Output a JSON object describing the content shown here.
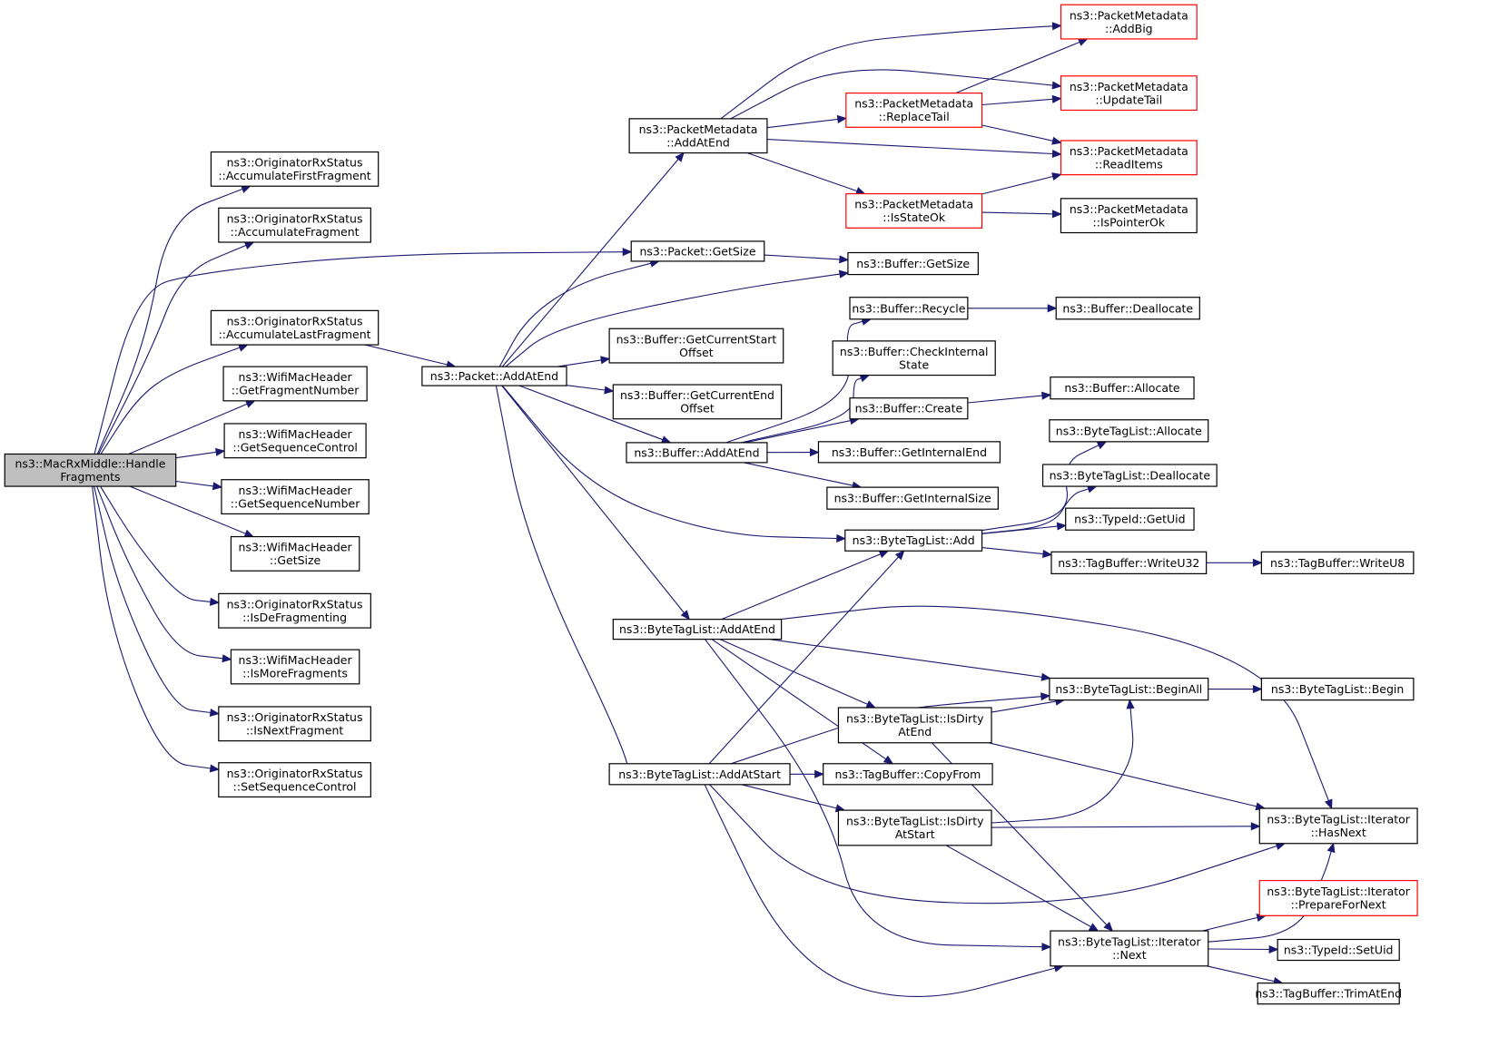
{
  "diagram": {
    "type": "call-graph",
    "nodes": [
      {
        "id": "root",
        "lines": [
          "ns3::MacRxMiddle::Handle",
          "Fragments"
        ],
        "style": "root"
      },
      {
        "id": "accFirst",
        "lines": [
          "ns3::OriginatorRxStatus",
          "::AccumulateFirstFragment"
        ]
      },
      {
        "id": "accFrag",
        "lines": [
          "ns3::OriginatorRxStatus",
          "::AccumulateFragment"
        ]
      },
      {
        "id": "accLast",
        "lines": [
          "ns3::OriginatorRxStatus",
          "::AccumulateLastFragment"
        ]
      },
      {
        "id": "getFragNum",
        "lines": [
          "ns3::WifiMacHeader",
          "::GetFragmentNumber"
        ]
      },
      {
        "id": "getSeqCtrl",
        "lines": [
          "ns3::WifiMacHeader",
          "::GetSequenceControl"
        ]
      },
      {
        "id": "getSeqNum",
        "lines": [
          "ns3::WifiMacHeader",
          "::GetSequenceNumber"
        ]
      },
      {
        "id": "getSizeHdr",
        "lines": [
          "ns3::WifiMacHeader",
          "::GetSize"
        ]
      },
      {
        "id": "isDefrag",
        "lines": [
          "ns3::OriginatorRxStatus",
          "::IsDeFragmenting"
        ]
      },
      {
        "id": "isMoreFrag",
        "lines": [
          "ns3::WifiMacHeader",
          "::IsMoreFragments"
        ]
      },
      {
        "id": "isNextFrag",
        "lines": [
          "ns3::OriginatorRxStatus",
          "::IsNextFragment"
        ]
      },
      {
        "id": "setSeqCtrl",
        "lines": [
          "ns3::OriginatorRxStatus",
          "::SetSequenceControl"
        ]
      },
      {
        "id": "pktAddAtEnd",
        "lines": [
          "ns3::Packet::AddAtEnd"
        ]
      },
      {
        "id": "pktGetSize",
        "lines": [
          "ns3::Packet::GetSize"
        ]
      },
      {
        "id": "pmAddAtEnd",
        "lines": [
          "ns3::PacketMetadata",
          "::AddAtEnd"
        ]
      },
      {
        "id": "pmAddBig",
        "lines": [
          "ns3::PacketMetadata",
          "::AddBig"
        ],
        "style": "trunc"
      },
      {
        "id": "pmReplaceTail",
        "lines": [
          "ns3::PacketMetadata",
          "::ReplaceTail"
        ],
        "style": "trunc"
      },
      {
        "id": "pmUpdateTail",
        "lines": [
          "ns3::PacketMetadata",
          "::UpdateTail"
        ],
        "style": "trunc"
      },
      {
        "id": "pmReadItems",
        "lines": [
          "ns3::PacketMetadata",
          "::ReadItems"
        ],
        "style": "trunc"
      },
      {
        "id": "pmIsStateOk",
        "lines": [
          "ns3::PacketMetadata",
          "::IsStateOk"
        ],
        "style": "trunc"
      },
      {
        "id": "pmIsPointerOk",
        "lines": [
          "ns3::PacketMetadata",
          "::IsPointerOk"
        ]
      },
      {
        "id": "bufGetSize",
        "lines": [
          "ns3::Buffer::GetSize"
        ]
      },
      {
        "id": "bufRecycle",
        "lines": [
          "ns3::Buffer::Recycle"
        ]
      },
      {
        "id": "bufDeallocate",
        "lines": [
          "ns3::Buffer::Deallocate"
        ]
      },
      {
        "id": "bufCheckInternal",
        "lines": [
          "ns3::Buffer::CheckInternal",
          "State"
        ]
      },
      {
        "id": "bufCreate",
        "lines": [
          "ns3::Buffer::Create"
        ]
      },
      {
        "id": "bufAllocate",
        "lines": [
          "ns3::Buffer::Allocate"
        ]
      },
      {
        "id": "bufGetCurStart",
        "lines": [
          "ns3::Buffer::GetCurrentStart",
          "Offset"
        ]
      },
      {
        "id": "bufGetCurEnd",
        "lines": [
          "ns3::Buffer::GetCurrentEnd",
          "Offset"
        ]
      },
      {
        "id": "bufAddAtEnd",
        "lines": [
          "ns3::Buffer::AddAtEnd"
        ]
      },
      {
        "id": "bufGetIntEnd",
        "lines": [
          "ns3::Buffer::GetInternalEnd"
        ]
      },
      {
        "id": "bufGetIntSize",
        "lines": [
          "ns3::Buffer::GetInternalSize"
        ]
      },
      {
        "id": "btlAllocate",
        "lines": [
          "ns3::ByteTagList::Allocate"
        ]
      },
      {
        "id": "btlDeallocate",
        "lines": [
          "ns3::ByteTagList::Deallocate"
        ]
      },
      {
        "id": "typeIdGetUid",
        "lines": [
          "ns3::TypeId::GetUid"
        ]
      },
      {
        "id": "btlAdd",
        "lines": [
          "ns3::ByteTagList::Add"
        ]
      },
      {
        "id": "tbWriteU32",
        "lines": [
          "ns3::TagBuffer::WriteU32"
        ]
      },
      {
        "id": "tbWriteU8",
        "lines": [
          "ns3::TagBuffer::WriteU8"
        ]
      },
      {
        "id": "btlAddAtEnd",
        "lines": [
          "ns3::ByteTagList::AddAtEnd"
        ]
      },
      {
        "id": "btlBeginAll",
        "lines": [
          "ns3::ByteTagList::BeginAll"
        ]
      },
      {
        "id": "btlBegin",
        "lines": [
          "ns3::ByteTagList::Begin"
        ]
      },
      {
        "id": "btlIsDirtyEnd",
        "lines": [
          "ns3::ByteTagList::IsDirty",
          "AtEnd"
        ]
      },
      {
        "id": "tbCopyFrom",
        "lines": [
          "ns3::TagBuffer::CopyFrom"
        ]
      },
      {
        "id": "btlAddAtStart",
        "lines": [
          "ns3::ByteTagList::AddAtStart"
        ]
      },
      {
        "id": "btlIsDirtyStart",
        "lines": [
          "ns3::ByteTagList::IsDirty",
          "AtStart"
        ]
      },
      {
        "id": "itHasNext",
        "lines": [
          "ns3::ByteTagList::Iterator",
          "::HasNext"
        ]
      },
      {
        "id": "itPrepare",
        "lines": [
          "ns3::ByteTagList::Iterator",
          "::PrepareForNext"
        ],
        "style": "trunc"
      },
      {
        "id": "itNext",
        "lines": [
          "ns3::ByteTagList::Iterator",
          "::Next"
        ]
      },
      {
        "id": "typeIdSetUid",
        "lines": [
          "ns3::TypeId::SetUid"
        ]
      },
      {
        "id": "tbTrimAtEnd",
        "lines": [
          "ns3::TagBuffer::TrimAtEnd"
        ]
      }
    ],
    "edges": [
      [
        "root",
        "accFirst"
      ],
      [
        "root",
        "accFrag"
      ],
      [
        "root",
        "pktGetSize"
      ],
      [
        "root",
        "accLast"
      ],
      [
        "root",
        "getFragNum"
      ],
      [
        "root",
        "getSeqCtrl"
      ],
      [
        "root",
        "getSeqNum"
      ],
      [
        "root",
        "getSizeHdr"
      ],
      [
        "root",
        "isDefrag"
      ],
      [
        "root",
        "isMoreFrag"
      ],
      [
        "root",
        "isNextFrag"
      ],
      [
        "root",
        "setSeqCtrl"
      ],
      [
        "accLast",
        "pktAddAtEnd"
      ],
      [
        "pktAddAtEnd",
        "pmAddAtEnd"
      ],
      [
        "pktAddAtEnd",
        "pktGetSize"
      ],
      [
        "pktAddAtEnd",
        "bufGetSize"
      ],
      [
        "pktAddAtEnd",
        "bufGetCurStart"
      ],
      [
        "pktAddAtEnd",
        "bufGetCurEnd"
      ],
      [
        "pktAddAtEnd",
        "bufAddAtEnd"
      ],
      [
        "pktAddAtEnd",
        "btlAdd"
      ],
      [
        "pktAddAtEnd",
        "btlAddAtEnd"
      ],
      [
        "pktAddAtEnd",
        "btlAddAtStart"
      ],
      [
        "pmAddAtEnd",
        "pmAddBig"
      ],
      [
        "pmAddAtEnd",
        "pmUpdateTail"
      ],
      [
        "pmAddAtEnd",
        "pmReplaceTail"
      ],
      [
        "pmAddAtEnd",
        "pmReadItems"
      ],
      [
        "pmAddAtEnd",
        "pmIsStateOk"
      ],
      [
        "pmReplaceTail",
        "pmAddBig"
      ],
      [
        "pmReplaceTail",
        "pmUpdateTail"
      ],
      [
        "pmReplaceTail",
        "pmReadItems"
      ],
      [
        "pmIsStateOk",
        "pmReadItems"
      ],
      [
        "pmIsStateOk",
        "pmIsPointerOk"
      ],
      [
        "pktGetSize",
        "bufGetSize"
      ],
      [
        "bufRecycle",
        "bufDeallocate"
      ],
      [
        "bufCreate",
        "bufAllocate"
      ],
      [
        "bufAddAtEnd",
        "bufRecycle"
      ],
      [
        "bufAddAtEnd",
        "bufCheckInternal"
      ],
      [
        "bufAddAtEnd",
        "bufCreate"
      ],
      [
        "bufAddAtEnd",
        "bufGetIntEnd"
      ],
      [
        "bufAddAtEnd",
        "bufGetIntSize"
      ],
      [
        "btlAdd",
        "btlAllocate"
      ],
      [
        "btlAdd",
        "btlDeallocate"
      ],
      [
        "btlAdd",
        "typeIdGetUid"
      ],
      [
        "btlAdd",
        "tbWriteU32"
      ],
      [
        "tbWriteU32",
        "tbWriteU8"
      ],
      [
        "btlAddAtEnd",
        "btlAdd"
      ],
      [
        "btlAddAtEnd",
        "itHasNext"
      ],
      [
        "btlAddAtEnd",
        "btlBeginAll"
      ],
      [
        "btlAddAtEnd",
        "btlIsDirtyEnd"
      ],
      [
        "btlAddAtEnd",
        "tbCopyFrom"
      ],
      [
        "btlAddAtEnd",
        "itNext"
      ],
      [
        "btlAddAtStart",
        "btlAdd"
      ],
      [
        "btlAddAtStart",
        "btlBeginAll"
      ],
      [
        "btlAddAtStart",
        "tbCopyFrom"
      ],
      [
        "btlAddAtStart",
        "btlIsDirtyStart"
      ],
      [
        "btlAddAtStart",
        "itHasNext"
      ],
      [
        "btlAddAtStart",
        "itNext"
      ],
      [
        "btlBeginAll",
        "btlBegin"
      ],
      [
        "btlIsDirtyEnd",
        "btlBeginAll"
      ],
      [
        "btlIsDirtyEnd",
        "itHasNext"
      ],
      [
        "btlIsDirtyEnd",
        "itNext"
      ],
      [
        "btlIsDirtyStart",
        "btlBeginAll"
      ],
      [
        "btlIsDirtyStart",
        "itHasNext"
      ],
      [
        "btlIsDirtyStart",
        "itNext"
      ],
      [
        "itNext",
        "itHasNext"
      ],
      [
        "itNext",
        "itPrepare"
      ],
      [
        "itNext",
        "typeIdSetUid"
      ],
      [
        "itNext",
        "tbTrimAtEnd"
      ]
    ]
  }
}
